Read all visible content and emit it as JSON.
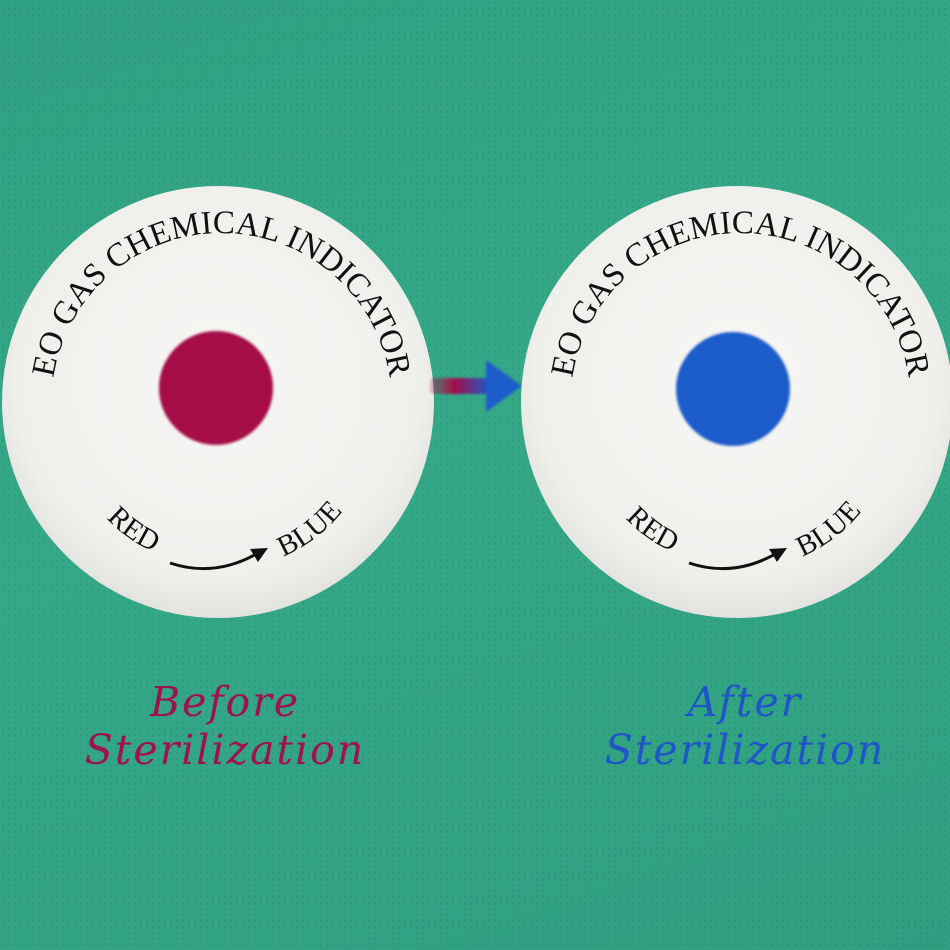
{
  "indicator": {
    "ring_text": "EO GAS CHEMICAL INDICATOR",
    "from_label": "RED",
    "to_label": "BLUE"
  },
  "before": {
    "caption_line1": "Before",
    "caption_line2": "Sterilization",
    "dot_color": "#a50d47",
    "caption_color": "#a0124c"
  },
  "after": {
    "caption_line1": "After",
    "caption_line2": "Sterilization",
    "dot_color": "#1b5ccb",
    "caption_color": "#1e55c8"
  },
  "colors": {
    "background": "#31a484",
    "disc": "#f4f4f2",
    "arrow_start": "#a50d47",
    "arrow_end": "#1b5ccb"
  },
  "icons": {
    "transition_arrow": "right-arrow-icon",
    "disc_arrow": "curved-arrow-icon"
  }
}
